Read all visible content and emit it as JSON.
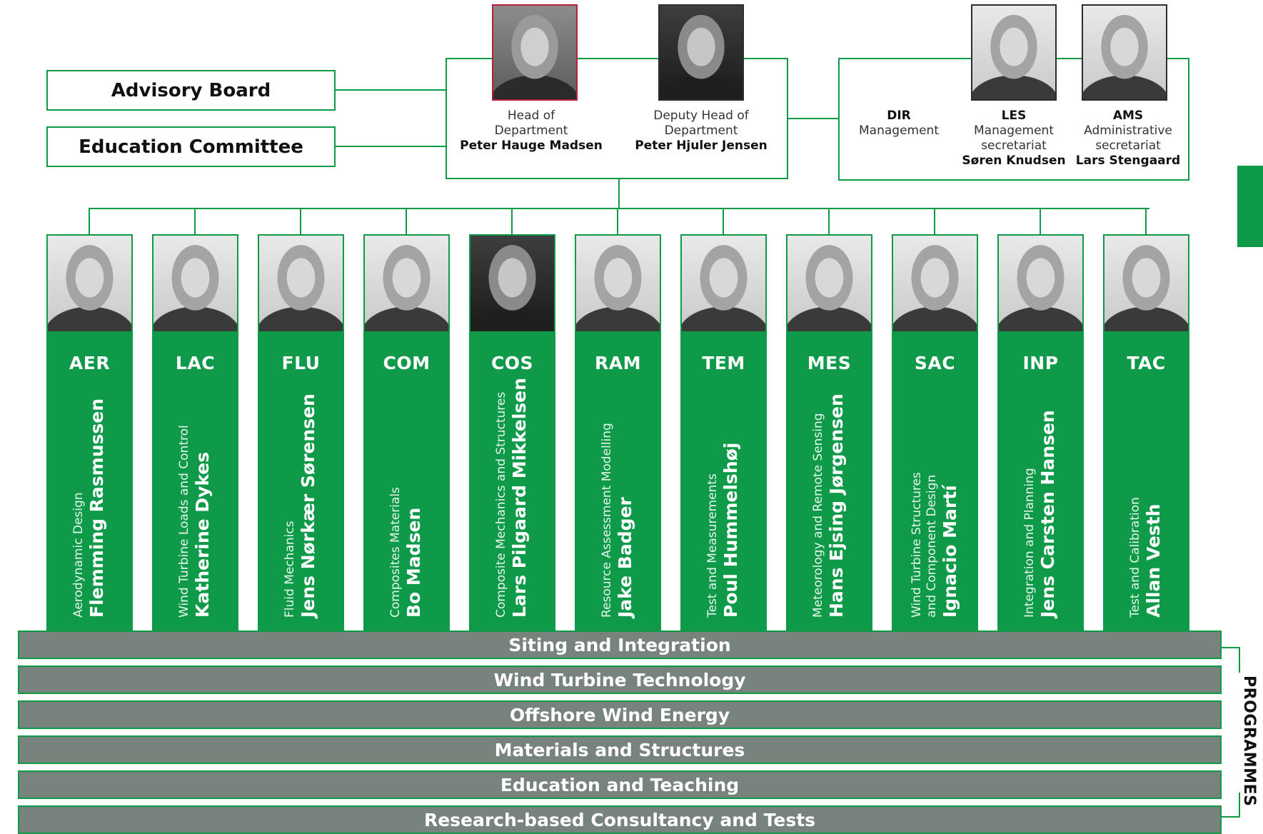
{
  "side_boxes": {
    "advisory_board": "Advisory Board",
    "education_committee": "Education Committee"
  },
  "head": {
    "role_line1": "Head of",
    "role_line2": "Department",
    "name": "Peter Hauge Madsen"
  },
  "deputy": {
    "role_line1": "Deputy Head of",
    "role_line2": "Department",
    "name": "Peter Hjuler Jensen"
  },
  "staff": {
    "dir": {
      "code": "DIR",
      "line1": "Management",
      "line2": "",
      "name": ""
    },
    "les": {
      "code": "LES",
      "line1": "Management",
      "line2": "secretariat",
      "name": "Søren Knudsen"
    },
    "ams": {
      "code": "AMS",
      "line1": "Administrative",
      "line2": "secretariat",
      "name": "Lars Stengaard"
    }
  },
  "departments": [
    {
      "code": "AER",
      "subtitle": [
        "Aerodynamic Design"
      ],
      "name": "Flemming Rasmussen"
    },
    {
      "code": "LAC",
      "subtitle": [
        "Wind Turbine Loads and Control"
      ],
      "name": "Katherine Dykes"
    },
    {
      "code": "FLU",
      "subtitle": [
        "Fluid Mechanics"
      ],
      "name": "Jens Nørkær Sørensen"
    },
    {
      "code": "COM",
      "subtitle": [
        "Composites Materials"
      ],
      "name": "Bo Madsen"
    },
    {
      "code": "COS",
      "subtitle": [
        "Composite Mechanics and Structures"
      ],
      "name": "Lars Pilgaard Mikkelsen"
    },
    {
      "code": "RAM",
      "subtitle": [
        "Resource Assessment Modelling"
      ],
      "name": "Jake Badger"
    },
    {
      "code": "TEM",
      "subtitle": [
        "Test and Measurements"
      ],
      "name": "Poul Hummelshøj"
    },
    {
      "code": "MES",
      "subtitle": [
        "Meteorology and Remote Sensing"
      ],
      "name": "Hans Ejsing Jørgensen"
    },
    {
      "code": "SAC",
      "subtitle": [
        "Wind Turbine Structures",
        "and Component Design"
      ],
      "name": "Ignacio Martí"
    },
    {
      "code": "INP",
      "subtitle": [
        "Integration and Planning"
      ],
      "name": "Jens Carsten Hansen"
    },
    {
      "code": "TAC",
      "subtitle": [
        "Test and Calibration"
      ],
      "name": "Allan Vesth"
    }
  ],
  "programmes": [
    "Siting and Integration",
    "Wind Turbine Technology",
    "Offshore Wind Energy",
    "Materials and Structures",
    "Education and Teaching",
    "Research-based Consultancy and Tests"
  ],
  "programmes_label": "PROGRAMMES",
  "colors": {
    "green": "#0e9a48",
    "bar_grey": "#6e7873"
  }
}
